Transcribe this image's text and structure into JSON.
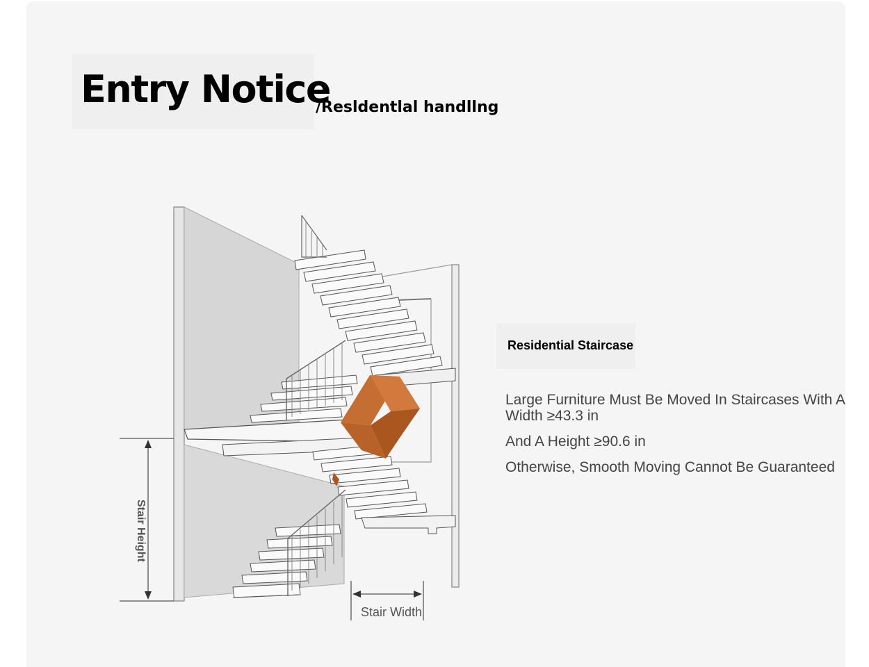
{
  "title": {
    "main": "Entry Notice",
    "sub": "/Resldentlal handllng"
  },
  "illustration": {
    "icon": "staircase-with-box-illustration",
    "box_color": "#b8642c",
    "stair_height_label": "Stair Height",
    "stair_width_label": "Stair Width"
  },
  "info": {
    "tag": "Residential Staircase",
    "lines": [
      "Large Furniture Must Be Moved In Staircases With A Width ≥43.3 in",
      "And A Height ≥90.6 in",
      "Otherwise, Smooth Moving Cannot Be Guaranteed"
    ]
  }
}
